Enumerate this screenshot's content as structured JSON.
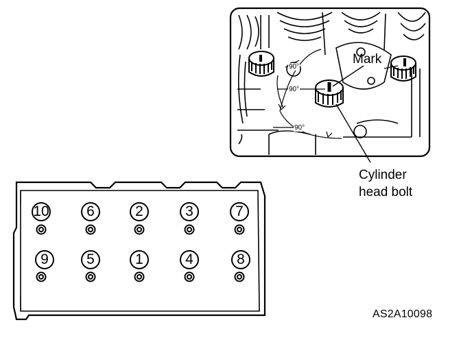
{
  "inset": {
    "mark_label": "Mark",
    "angle_labels": [
      "90°",
      "90°",
      "90°"
    ],
    "bolt_label_line1": "Cylinder",
    "bolt_label_line2": "head bolt"
  },
  "head": {
    "top_row": [
      "10",
      "6",
      "2",
      "3",
      "7"
    ],
    "bottom_row": [
      "9",
      "5",
      "1",
      "4",
      "8"
    ]
  },
  "figure_code": "AS2A10098"
}
